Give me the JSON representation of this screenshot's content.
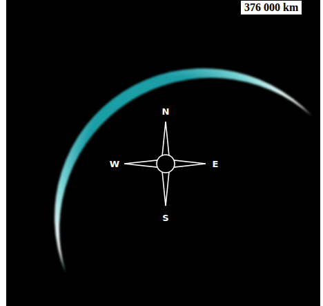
{
  "diagram": {
    "labels": [
      "376 000 km",
      "N",
      "W",
      "E",
      "S"
    ]
  }
}
